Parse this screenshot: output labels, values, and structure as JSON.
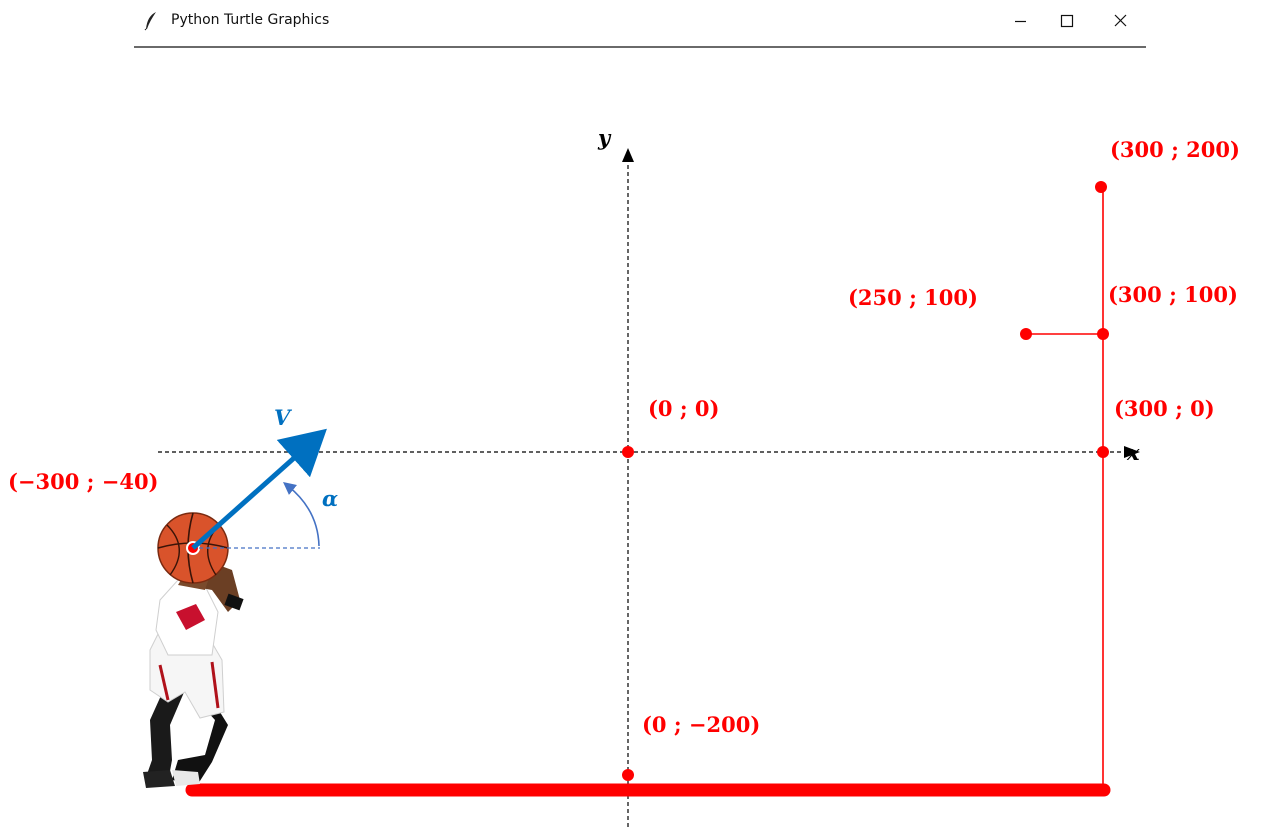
{
  "window": {
    "title": "Python Turtle Graphics",
    "controls": {
      "minimize": "minimize",
      "maximize": "maximize",
      "close": "close"
    }
  },
  "axes": {
    "x_label": "x",
    "y_label": "y"
  },
  "points": {
    "origin": "(0 ; 0)",
    "floor_mid": "(0 ; −200)",
    "rim_base": "(300 ; 0)",
    "rim_top": "(300 ; 100)",
    "hoop_front": "(250 ; 100)",
    "board_top": "(300 ; 200)",
    "shooter": "(−300 ;  −40)"
  },
  "vector": {
    "velocity_label": "V",
    "angle_label": "α"
  },
  "colors": {
    "red": "#ff0000",
    "blue": "#0070c0",
    "black": "#000000"
  }
}
